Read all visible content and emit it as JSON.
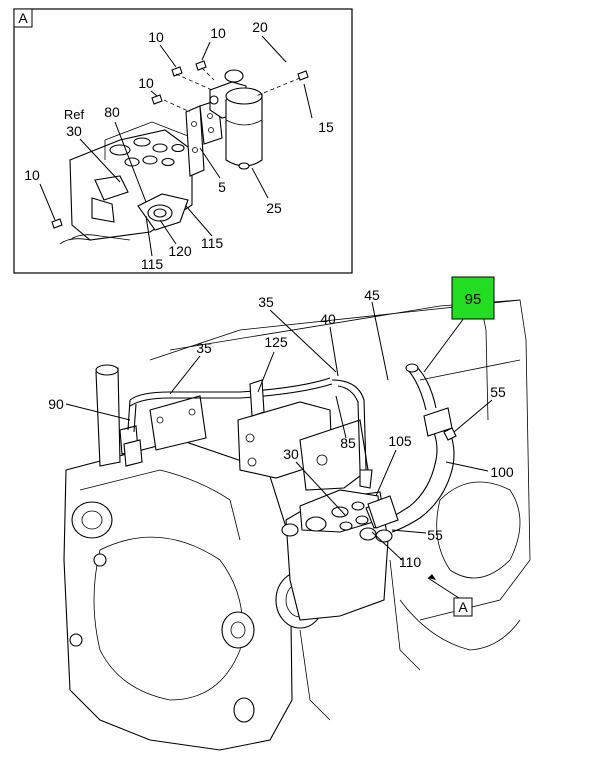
{
  "detail_box": {
    "tag": "A",
    "callouts": [
      "10",
      "10",
      "20",
      "10",
      "15",
      "Ref",
      "30",
      "80",
      "5",
      "25",
      "10",
      "115",
      "120",
      "115"
    ]
  },
  "main_view": {
    "tag": "A",
    "highlight": {
      "label": "95",
      "color": "#22dd22"
    },
    "callouts": [
      "35",
      "40",
      "45",
      "35",
      "125",
      "90",
      "55",
      "85",
      "105",
      "100",
      "30",
      "55",
      "110"
    ]
  }
}
